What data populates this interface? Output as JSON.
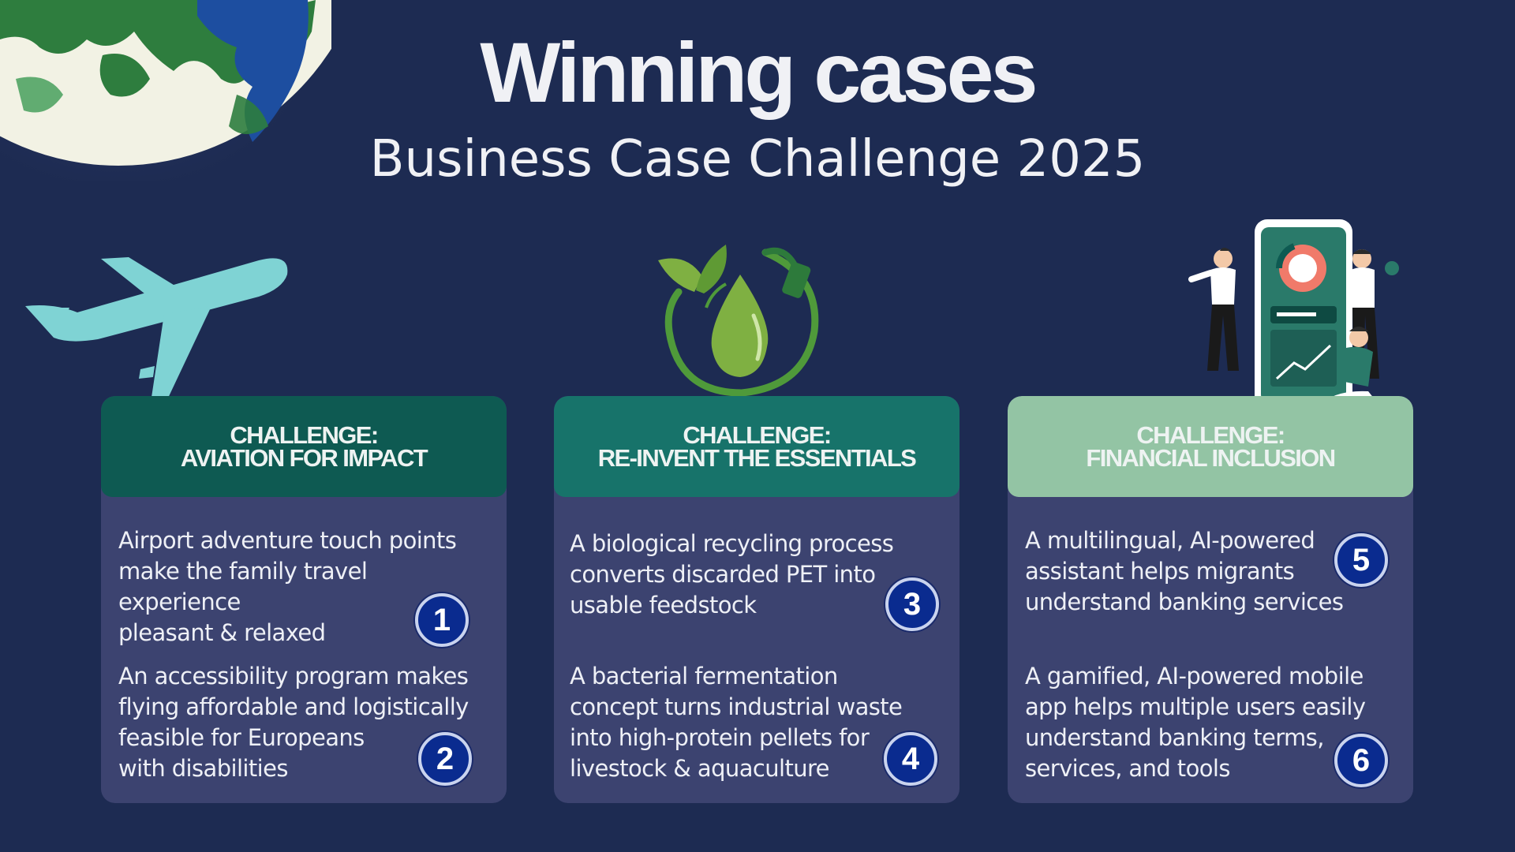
{
  "header": {
    "title": "Winning cases",
    "subtitle": "Business Case Challenge 2025"
  },
  "colors": {
    "background": "#1d2b52",
    "card_body": "#3c4370",
    "header_aviation": "#0e5a52",
    "header_essentials": "#17736a",
    "header_financial": "#93c4a4",
    "badge": "#0a2b8f"
  },
  "cards": [
    {
      "icon": "airplane-icon",
      "header_line1": "CHALLENGE:",
      "header_line2": "AVIATION FOR IMPACT",
      "cases": [
        {
          "number": "1",
          "text_lines": [
            "Airport adventure touch points",
            "make the family travel experience",
            "pleasant & relaxed"
          ]
        },
        {
          "number": "2",
          "text_lines": [
            "An accessibility program makes",
            "flying affordable and logistically",
            "feasible for Europeans",
            "with disabilities"
          ]
        }
      ]
    },
    {
      "icon": "biofuel-drop-icon",
      "header_line1": "CHALLENGE:",
      "header_line2": "RE-INVENT THE ESSENTIALS",
      "cases": [
        {
          "number": "3",
          "text_lines": [
            "A biological recycling process",
            "converts discarded PET into",
            "usable feedstock"
          ]
        },
        {
          "number": "4",
          "text_lines": [
            "A bacterial fermentation",
            "concept turns industrial waste",
            "into high-protein pellets for",
            "livestock & aquaculture"
          ]
        }
      ]
    },
    {
      "icon": "mobile-banking-illustration",
      "header_line1": "CHALLENGE:",
      "header_line2": "FINANCIAL INCLUSION",
      "cases": [
        {
          "number": "5",
          "text_lines": [
            "A multilingual, AI-powered",
            "assistant helps migrants",
            "understand banking services"
          ]
        },
        {
          "number": "6",
          "text_lines": [
            "A gamified, AI-powered mobile",
            "app helps multiple users easily",
            "understand banking terms,",
            "services, and tools"
          ]
        }
      ]
    }
  ]
}
